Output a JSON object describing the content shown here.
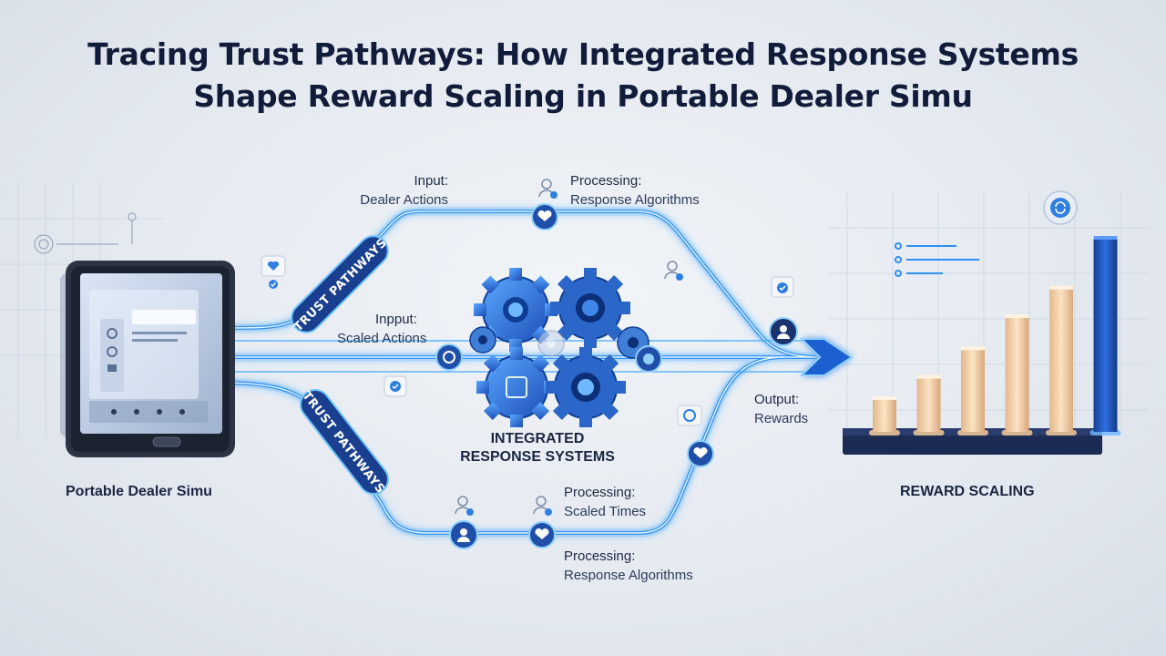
{
  "title": {
    "line1": "Tracing Trust Pathways: How Integrated Response Systems",
    "line2": "Shape Reward Scaling in Portable Dealer Simu"
  },
  "labels": {
    "input_top": {
      "heading": "Input:",
      "sub": "Dealer Actions"
    },
    "processing_top": {
      "heading": "Processing:",
      "sub": "Response Algorithms"
    },
    "input_mid": {
      "heading": "Inpput:",
      "sub": "Scaled Actions"
    },
    "output": {
      "heading": "Output:",
      "sub": "Rewards"
    },
    "processing_bottom1": {
      "heading": "Processing:",
      "sub": "Scaled Times"
    },
    "processing_bottom2": {
      "heading": "Processing:",
      "sub": "Response Algorithms"
    }
  },
  "pathway_pills": {
    "top": "TRUST PATHWAYS",
    "bottom": "TRUST PATHWAYS"
  },
  "center_label": {
    "line1": "INTEGRATED",
    "line2": "RESPONSE SYSTEMS"
  },
  "device_caption": "Portable Dealer Simu",
  "chart_caption": "REWARD SCALING",
  "chart_data": {
    "type": "bar",
    "categories": [
      "",
      "",
      "",
      "",
      "",
      ""
    ],
    "values": [
      1,
      1.6,
      2.4,
      3.3,
      4.1,
      5.5
    ],
    "title": "REWARD SCALING",
    "xlabel": "",
    "ylabel": "",
    "highlight_last": true
  },
  "colors": {
    "path_glow": "#3aa6ff",
    "path_core": "#d6f0ff",
    "accent_blue": "#1f5fd0",
    "pill_fill": "#1a3f8f",
    "bar_warm": "#f3cfa2",
    "bar_blue": "#1f54b8"
  },
  "icons": [
    "heart-icon",
    "user-check-icon",
    "gear-icon",
    "refresh-icon",
    "arrow-right-icon",
    "checkmark-icon",
    "tablet-icon"
  ]
}
